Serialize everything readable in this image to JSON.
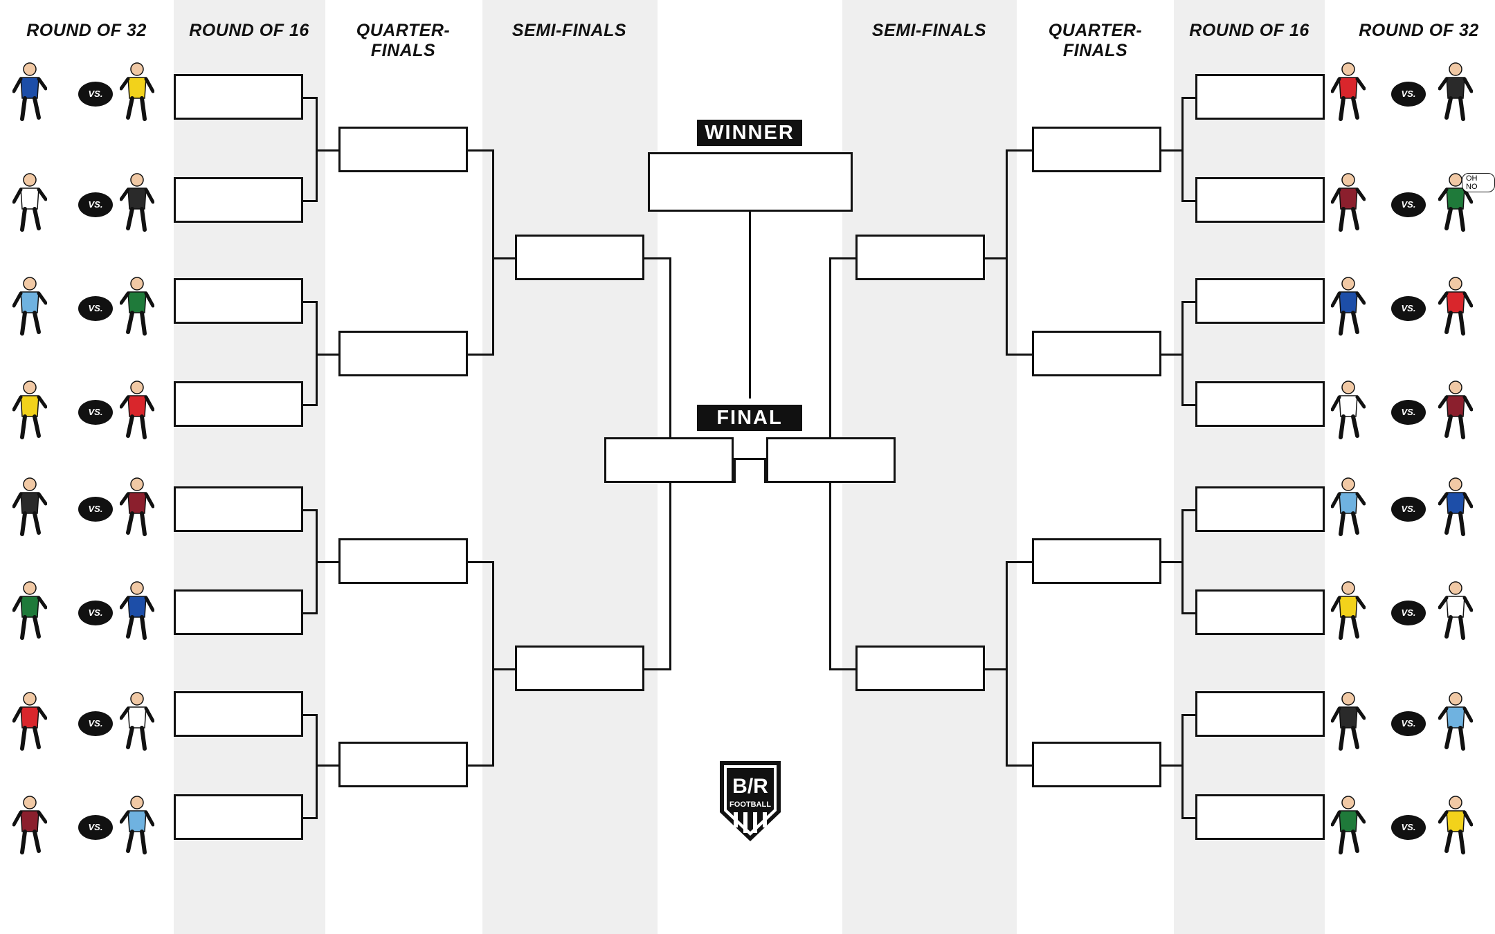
{
  "rounds_left": [
    "ROUND OF 32",
    "ROUND OF 16",
    "QUARTER-FINALS",
    "SEMI-FINALS"
  ],
  "rounds_right": [
    "SEMI-FINALS",
    "QUARTER-FINALS",
    "ROUND OF 16",
    "ROUND OF 32"
  ],
  "winner_label": "WINNER",
  "final_label": "FINAL",
  "vs_label": "VS.",
  "speech_bubble": "OH NO",
  "logo": {
    "mark": "B/R",
    "sub": "FOOTBALL"
  },
  "colors": {
    "ink": "#111111",
    "column_shade": "#efefef",
    "background": "#ffffff"
  },
  "matchups_left": [
    {
      "icon_a": "player-blue-kit-icon",
      "icon_b": "player-white-kit-10-icon",
      "icon_c": "player-blue-trophy-icon"
    },
    {
      "icon_a": "goalkeeper-dive-icon",
      "icon_b": "player-yellow-kit-icon"
    },
    {
      "icon_a": "player-volley-icon",
      "icon_b": "player-celebration-icon"
    },
    {
      "icon_a": "player-bicycle-kick-icon",
      "icon_b": "player-red-trophy-icon"
    },
    {
      "icon_a": "player-white-kick-icon",
      "icon_b": "player-red-corner-flag-icon"
    },
    {
      "icon_a": "player-dive-header-icon",
      "icon_b": "manager-suit-icon"
    },
    {
      "icon_a": "player-black-white-kit-icon",
      "icon_b": "goalkeeper-green-icon"
    },
    {
      "icon_a": "manager-black-coat-icon",
      "icon_b": "player-sky-blue-shirtless-icon"
    }
  ],
  "matchups_right": [
    {
      "icon_a": "player-tackle-icon",
      "icon_b": "player-yellow-kit-icon"
    },
    {
      "icon_a": "player-white-kick-icon",
      "icon_b": "player-red-fall-icon"
    },
    {
      "icon_a": "player-white-volley-icon",
      "icon_b": "player-striped-kit-icon"
    },
    {
      "icon_a": "player-dive-icon",
      "icon_b": "player-blue-kick-icon"
    },
    {
      "icon_a": "referee-yellow-icon",
      "icon_b": "player-white-blue-tackle-icon"
    },
    {
      "icon_a": "player-yellow-overhead-icon",
      "icon_b": "managers-suits-icon"
    },
    {
      "icon_a": "player-red-kit-icon",
      "icon_b": "player-white-scissor-kick-icon"
    },
    {
      "icon_a": "manager-scarf-icon",
      "icon_b": "player-red-shot-icon"
    }
  ]
}
